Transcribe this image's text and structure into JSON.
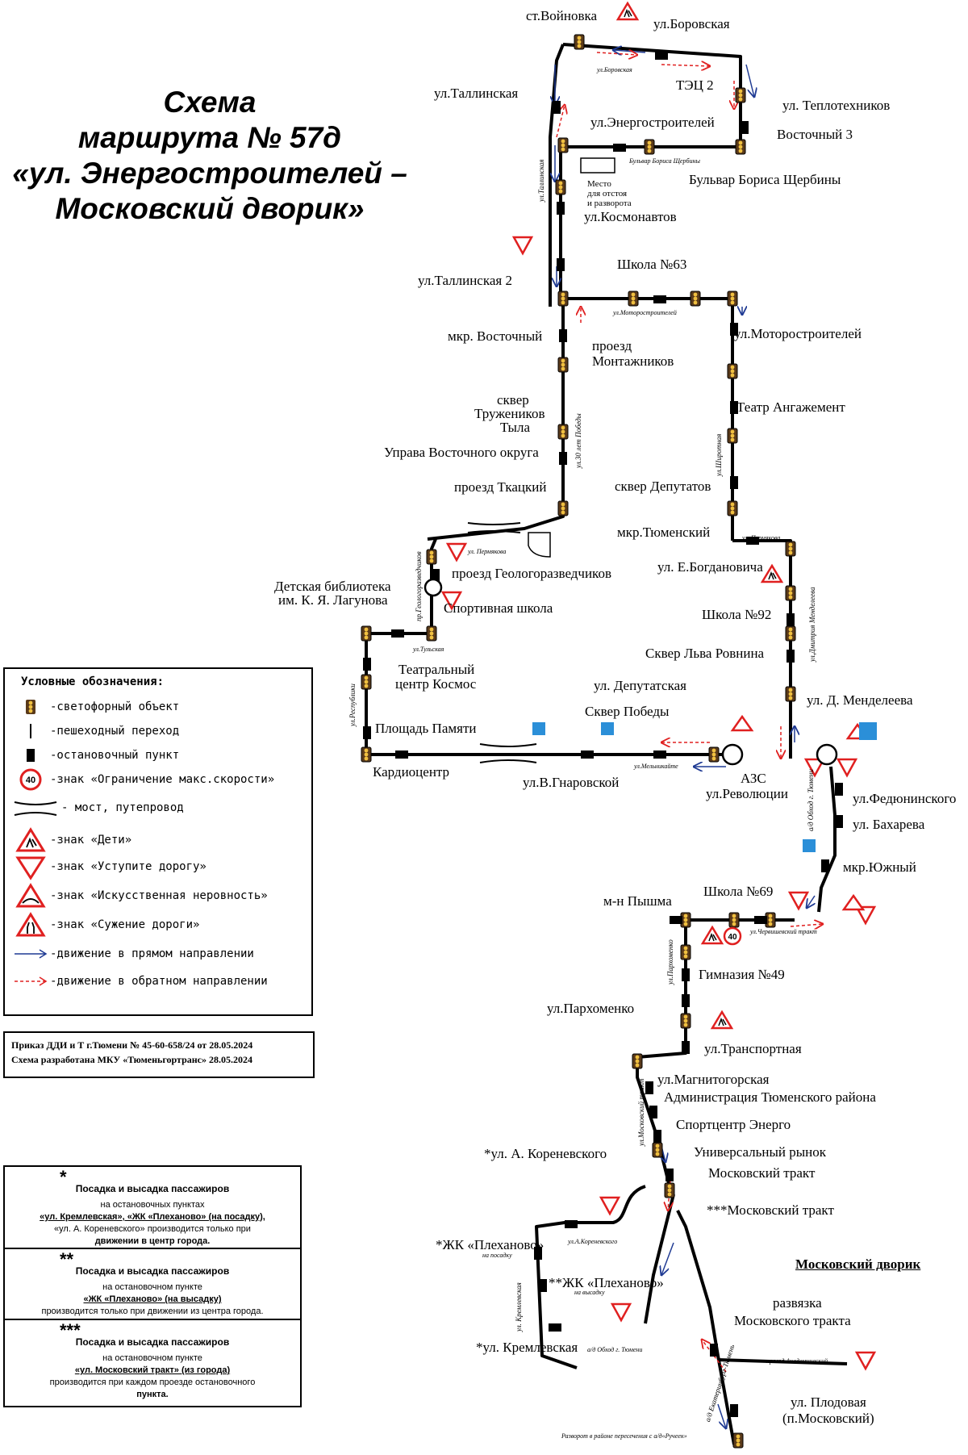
{
  "title": {
    "line1": "Схема",
    "line2": "маршрута № 57д",
    "line3": "«ул. Энергостроителей –",
    "line4": "Московский дворик»"
  },
  "legend": {
    "title": "Условные обозначения:",
    "items": [
      {
        "icon": "traffic-light-icon",
        "text": "-светофорный объект"
      },
      {
        "icon": "crosswalk-icon",
        "text": "-пешеходный переход"
      },
      {
        "icon": "bus-stop-icon",
        "text": "-остановочный пункт"
      },
      {
        "icon": "speed-limit-icon",
        "text": "-знак «Ограничение макс.скорости»",
        "value": "40"
      },
      {
        "icon": "bridge-icon",
        "text": "- мост, путепровод"
      },
      {
        "icon": "children-sign-icon",
        "text": "-знак «Дети»"
      },
      {
        "icon": "yield-sign-icon",
        "text": "-знак «Уступите дорогу»"
      },
      {
        "icon": "speed-bump-sign-icon",
        "text": "-знак «Искусственная неровность»"
      },
      {
        "icon": "road-narrows-sign-icon",
        "text": "-знак «Сужение дороги»"
      },
      {
        "icon": "forward-arrow-icon",
        "text": "-движение в прямом направлении"
      },
      {
        "icon": "return-arrow-icon",
        "text": "-движение в обратном направлении"
      }
    ]
  },
  "order": {
    "line1": "Приказ ДДИ и Т г.Тюмени № 45-60-658/24 от 28.05.2024",
    "line2": "Схема разработана МКУ «Тюменьгортранс» 28.05.2024"
  },
  "notes": [
    {
      "mark": "*",
      "head": "Посадка и высадка пассажиров",
      "l1": "на остановочных пунктах",
      "l2": "«ул. Кремлевская», «ЖК «Плеханово» (на посадку),",
      "l3": "«ул. А. Кореневского» производится только при",
      "l4": "движении в центр города."
    },
    {
      "mark": "**",
      "head": "Посадка и высадка пассажиров",
      "l1": "на остановочном пункте",
      "l2": "«ЖК «Плеханово» (на высадку)",
      "l3": "производится только при движении из центра города."
    },
    {
      "mark": "***",
      "head": "Посадка и высадка пассажиров",
      "l1": "на остановочном пункте",
      "l2": "«ул. Московский тракт» (из города)",
      "l3": "производится при каждом проезде остановочного",
      "l4": "пункта."
    }
  ],
  "stops": {
    "voinovka": "ст.Войновка",
    "borovskaya": "ул.Боровская",
    "tallinskaya": "ул.Таллинская",
    "tets2": "ТЭЦ 2",
    "teplotekhnikov": "ул. Теплотехников",
    "energostroiteley": "ул.Энергостроителей",
    "vostochny3": "Восточный 3",
    "bulvar": "Бульвар Бориса Щербины",
    "kosmonavtov": "ул.Космонавтов",
    "tallinskaya2": "ул.Таллинская 2",
    "shkola63": "Школа №63",
    "mkrVostochny": "мкр. Восточный",
    "montazhnikov1": "проезд",
    "montazhnikov2": "Монтажников",
    "motorostroiteley": "ул.Моторостроителей",
    "skver1": "сквер",
    "skver2": "Тружеников",
    "skver3": "Тыла",
    "teatrAngazhement": "Театр Ангажемент",
    "uprava": "Управа Восточного округа",
    "tkatsky": "проезд Ткацкий",
    "skverDeputatov": "сквер Депутатов",
    "mkrTyumensky": "мкр.Тюменский",
    "geologorazvedchikov": "проезд Геологоразведчиков",
    "bogdanovicha": "ул. Е.Богдановича",
    "biblioteka1": "Детская библиотека",
    "biblioteka2": "им. К. Я. Лагунова",
    "sportShkola": "Спортивная школа",
    "shkola92": "Школа №92",
    "skverRovnina": "Сквер Льва Ровнина",
    "kosmos1": "Театральный",
    "kosmos2": "центр Космос",
    "deputatskaya": "ул. Депутатская",
    "mendeleeva": "ул. Д. Менделеева",
    "skverPobedy": "Сквер Победы",
    "ploshchadPamyati": "Площадь Памяти",
    "kardiocentr": "Кардиоцентр",
    "gnarovskoy": "ул.В.Гнаровской",
    "azs": "АЗС",
    "revolyutsii": "ул.Революции",
    "fedyuninskogo": "ул.Федюнинского",
    "bakhareva": "ул. Бахарева",
    "mkrYuzhny": "мкр.Южный",
    "shkola69": "Школа №69",
    "pyshma": "м-н Пышма",
    "gimnaziya49": "Гимназия №49",
    "parkhomenko": "ул.Пархоменко",
    "transportnaya": "ул.Транспортная",
    "magnitogorskaya": "ул.Магнитогорская",
    "administratsiya": "Администрация Тюменского района",
    "sportcentr": "Спортцентр Энерго",
    "koronevskogo": "*ул. А. Кореневского",
    "universalny": "Универсальный рынок",
    "moskovskyTrakt": "Московский тракт",
    "moskovskyTrakt3": "***Московский тракт",
    "plekhanovo1": "*ЖК «Плеханово»",
    "plekhanovo2": "**ЖК «Плеханово»",
    "kremlevskaya": "*ул. Кремлевская",
    "dvorik": "Московский дворик",
    "razvyazka1": "развязка",
    "razvyazka2": "Московского тракта",
    "plodovaya1": "ул. Плодовая",
    "plodovaya2": "(п.Московский)",
    "otstoi1": "Место",
    "otstoi2": "для отстоя",
    "otstoi3": "и разворота"
  },
  "streets": {
    "borovskaya": "ул.Боровская",
    "bulvarSm": "Бульвар Бориса Щербины",
    "tallinskayaV": "ул.Таллинская",
    "motorSm": "ул.Моторостроителей",
    "let30V": "ул.30 лет Победы",
    "shirotnayaV": "ул.Широтная",
    "permyakova1": "ул. Пермякова",
    "permyakova2": "ул. Пермякова",
    "geologV": "пр.Геологоразведчиков",
    "tulskaya": "ул.Тульская",
    "respublikiV": "ул.Республики",
    "melnikaite": "ул.Мельникайте",
    "mendeleevaV": "ул.Дмитрия Менделеева",
    "obkhodV": "а/д Обход г. Тюмени",
    "chervishevsky": "ул.Червишевский тракт",
    "parkhomenkoV": "ул.Пархоменко",
    "moskovskyV": "ул.Московский тракт",
    "koronevskogoSm": "ул.А.Кореневского",
    "kremlevskayaV": "ул. Кремлевская",
    "naPosadku": "на посадку",
    "naVysadku": "на высадку",
    "obkhod2": "а/д Обход г. Тюмени",
    "ekaterinburgV": "а/д Екатеринбург-Тюмень",
    "akademichesky": "проезд Академический",
    "razvorot": "Разворот в районе пересечения с а/д«Ручеек»"
  },
  "speed_limit": "40",
  "colors": {
    "route": "#000000",
    "forward": "#1f3a93",
    "return": "#e02020",
    "sign_red": "#e02020",
    "crossing_blue": "#2b8fd8"
  }
}
